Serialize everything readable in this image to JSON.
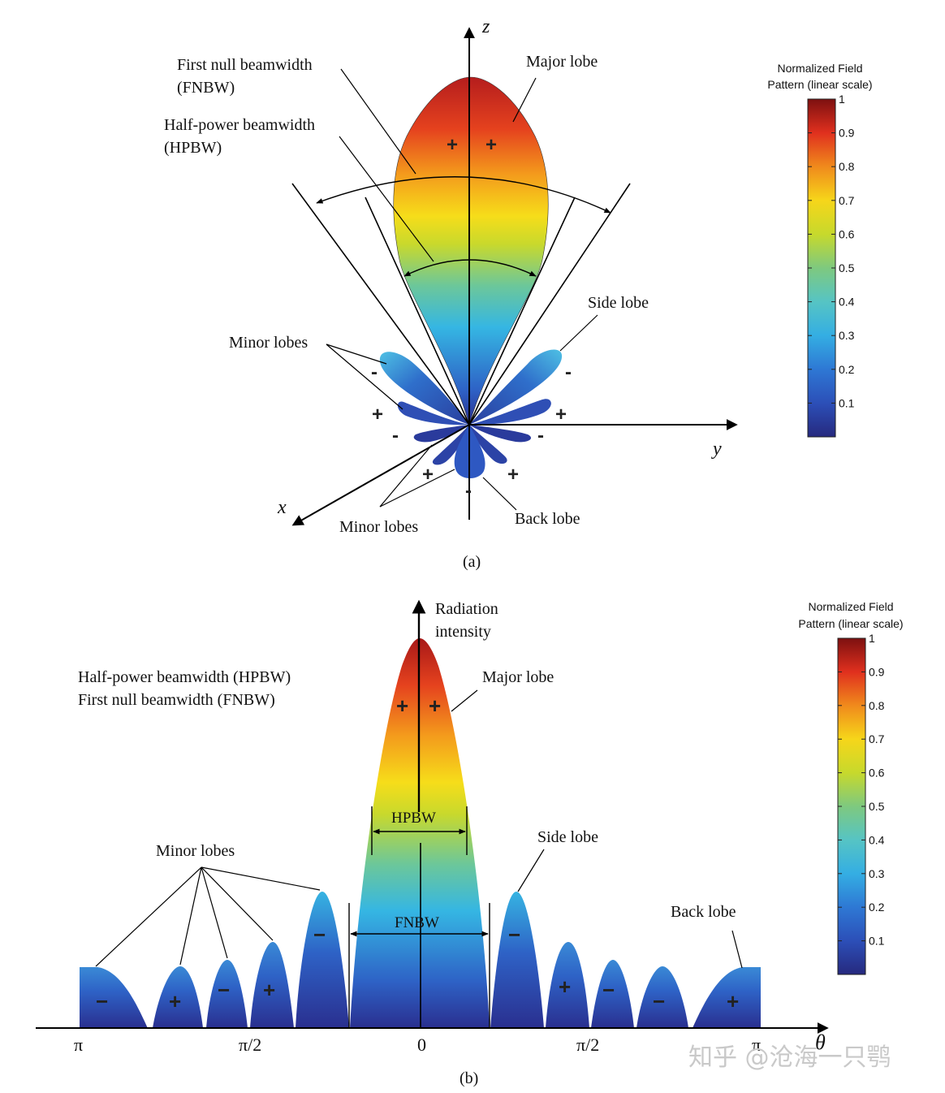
{
  "panel_a": {
    "caption": "(a)",
    "axes": {
      "z": "z",
      "y": "y",
      "x": "x"
    },
    "labels": {
      "fnbw_line1": "First null beamwidth",
      "fnbw_line2": "(FNBW)",
      "hpbw_line1": "Half-power beamwidth",
      "hpbw_line2": "(HPBW)",
      "major_lobe": "Major lobe",
      "side_lobe": "Side lobe",
      "minor_lobes_upper": "Minor lobes",
      "minor_lobes_lower": "Minor lobes",
      "back_lobe": "Back lobe"
    },
    "signs": [
      "+",
      "+",
      "-",
      "-",
      "+",
      "+",
      "-",
      "-",
      "+",
      "+",
      "-"
    ]
  },
  "panel_b": {
    "caption": "(b)",
    "y_axis_line1": "Radiation",
    "y_axis_line2": "intensity",
    "theta": "θ",
    "legend_line1": "Half-power beamwidth (HPBW)",
    "legend_line2": "First null beamwidth (FNBW)",
    "labels": {
      "hpbw": "HPBW",
      "fnbw": "FNBW",
      "major_lobe": "Major lobe",
      "side_lobe": "Side lobe",
      "minor_lobes": "Minor lobes",
      "back_lobe": "Back lobe"
    },
    "ticks": [
      "π",
      "π/2",
      "0",
      "π/2",
      "π"
    ],
    "signs": [
      "+",
      "+",
      "−",
      "−",
      "+",
      "−",
      "+",
      "−",
      "−",
      "+",
      "−",
      "+",
      "−"
    ]
  },
  "colorbar": {
    "title_line1": "Normalized Field",
    "title_line2": "Pattern (linear scale)",
    "tick_labels": [
      "1",
      "0.9",
      "0.8",
      "0.7",
      "0.6",
      "0.5",
      "0.4",
      "0.3",
      "0.2",
      "0.1"
    ],
    "tick_values": [
      1,
      0.9,
      0.8,
      0.7,
      0.6,
      0.5,
      0.4,
      0.3,
      0.2,
      0.1
    ],
    "colors": [
      "#2a2f8f",
      "#2e62c6",
      "#35b6e3",
      "#6cc79a",
      "#c9d92c",
      "#f6dd1a",
      "#f49b1c",
      "#e5421e",
      "#b51d1d",
      "#7d1010"
    ]
  },
  "watermark": "知乎 @沧海一只鹗"
}
